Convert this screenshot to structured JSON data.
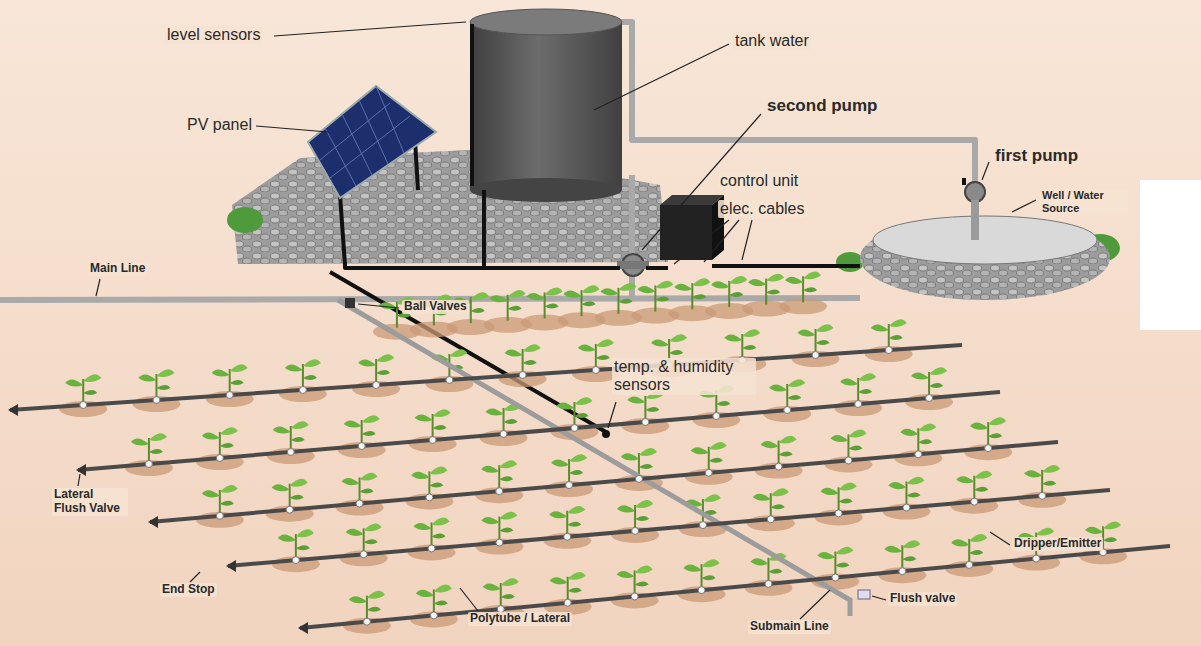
{
  "diagram": {
    "labels": [
      "level sensors",
      "PV panel",
      "tank water",
      "second pump",
      "first pump",
      "control unit",
      "elec. cables",
      "Well / Water Source",
      "Main Line",
      "Ball Valves",
      "temp. & humidity sensors",
      "Lateral Flush Valve",
      "End Stop",
      "Polytube / Lateral",
      "Submain Line",
      "Flush valve",
      "Dripper/Emitter"
    ]
  }
}
